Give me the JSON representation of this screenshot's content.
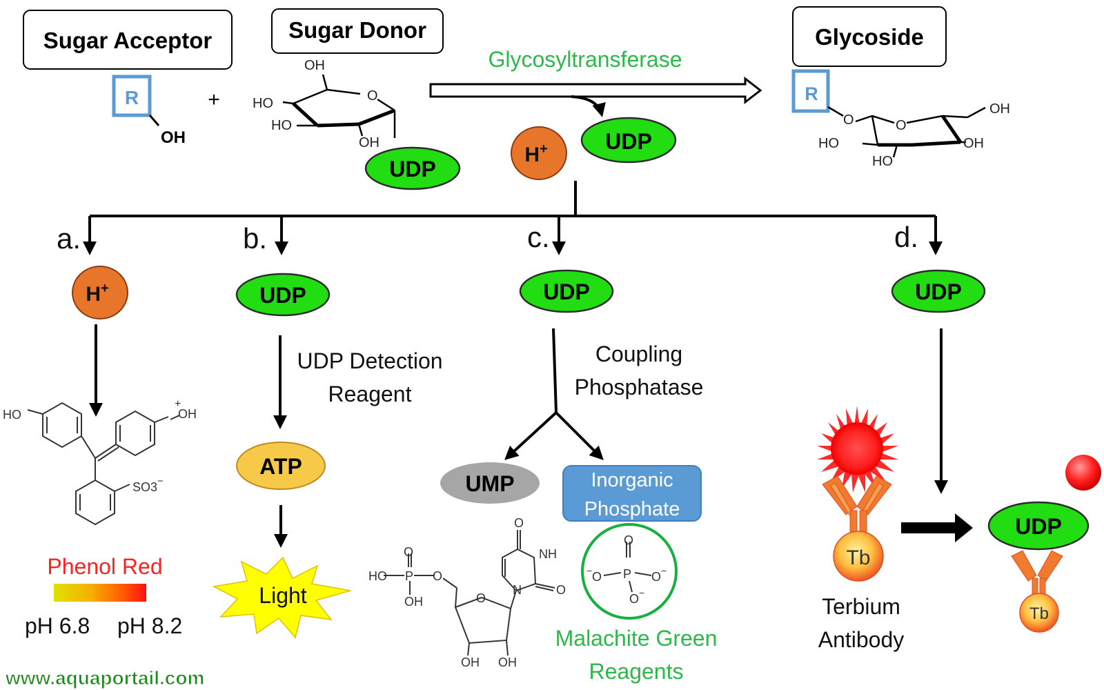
{
  "header": {
    "sugar_acceptor": "Sugar Acceptor",
    "sugar_donor": "Sugar Donor",
    "glycoside": "Glycoside",
    "enzyme": "Glycosyltransferase",
    "plus": "+"
  },
  "tokens": {
    "udp": "UDP",
    "h_plus": "H",
    "plus_sup": "+",
    "atp": "ATP",
    "ump": "UMP",
    "light": "Light",
    "tb": "Tb"
  },
  "chem": {
    "r": "R",
    "oh": "OH",
    "ho": "HO",
    "o": "O",
    "so3": "SO3",
    "neg": "−",
    "p": "P",
    "n": "N",
    "nh": "NH"
  },
  "branches": {
    "a": "a.",
    "b": "b.",
    "c": "c.",
    "d": "d."
  },
  "labels": {
    "phenol_red": "Phenol Red",
    "ph_low": "pH 6.8",
    "ph_high": "pH 8.2",
    "udp_detection_1": "UDP Detection",
    "udp_detection_2": "Reagent",
    "coupling_1": "Coupling",
    "coupling_2": "Phosphatase",
    "inorganic_1": "Inorganic",
    "inorganic_2": "Phosphate",
    "malachite_1": "Malachite Green",
    "malachite_2": "Reagents",
    "terbium_1": "Terbium",
    "terbium_2": "Antibody"
  },
  "watermark": "www.aquaportail.com",
  "colors": {
    "udp_green": "#22dd11",
    "h_orange": "#e8762a",
    "atp_yellow": "#f7c948",
    "ump_gray": "#a6a6a6",
    "phosphate_blue": "#5b9bd5",
    "enzyme_green": "#2db84a",
    "phenol_red_text": "#ff2020",
    "r_blue": "#5b9bd5",
    "watermark_green": "#1a8a1a",
    "antibody_orange": "#f07a30"
  }
}
